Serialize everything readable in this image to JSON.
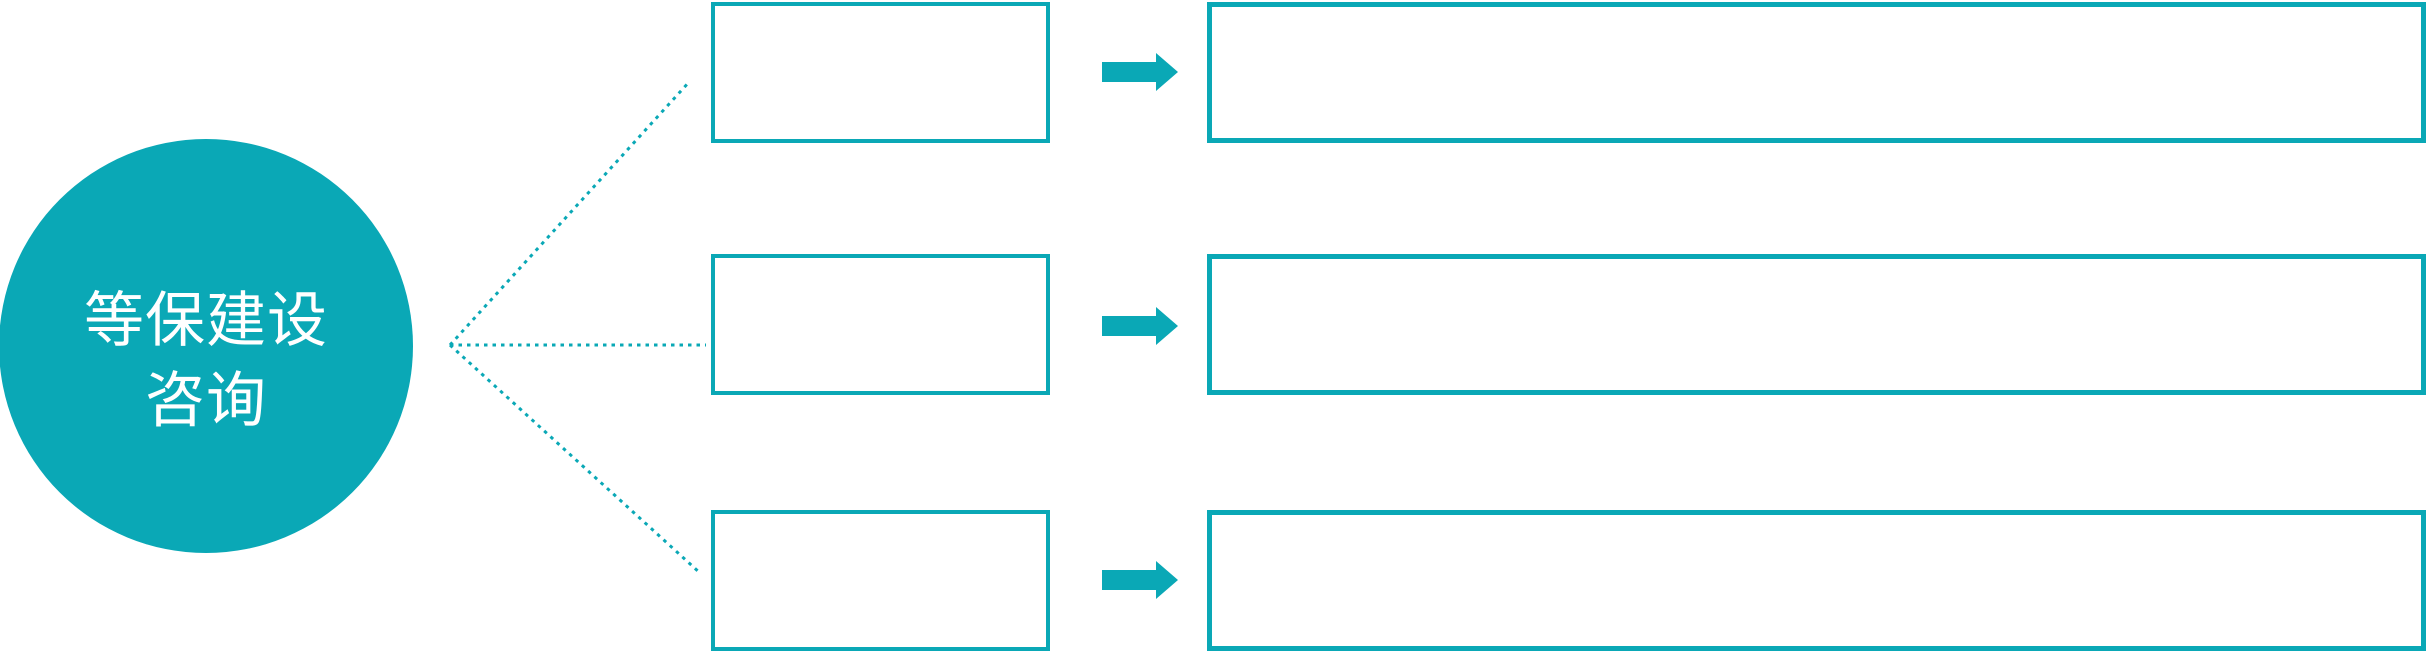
{
  "theme": {
    "accent": "#0aa8b6",
    "box_fill": "#ffffff",
    "circle_text_color": "#ffffff"
  },
  "diagram": {
    "type": "fan-out-flow",
    "root": {
      "label_line1": "等保建设",
      "label_line2": "咨询"
    },
    "branches": [
      {
        "name": "row-1",
        "step_label": "",
        "detail_label": ""
      },
      {
        "name": "row-2",
        "step_label": "",
        "detail_label": ""
      },
      {
        "name": "row-3",
        "step_label": "",
        "detail_label": ""
      }
    ]
  }
}
